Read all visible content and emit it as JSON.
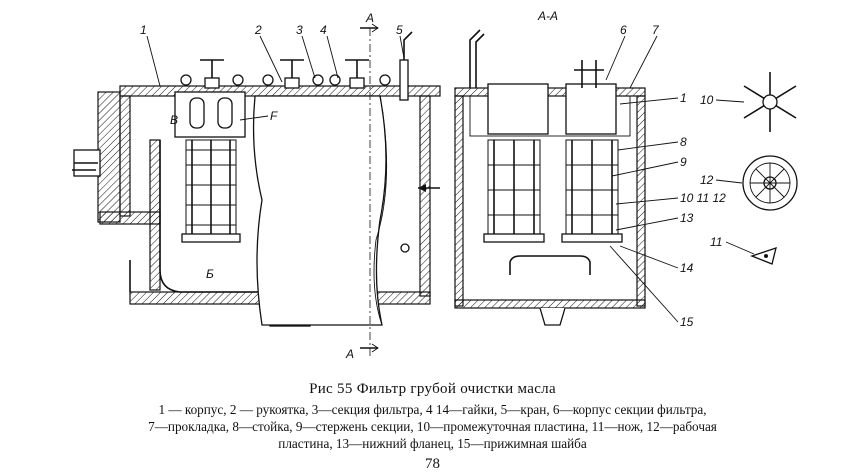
{
  "figure": {
    "labels": {
      "n1": "1",
      "n2": "2",
      "n3": "3",
      "n4": "4",
      "n5": "5",
      "n6": "6",
      "n7": "7",
      "n1b": "1",
      "n8": "8",
      "n9": "9",
      "n10_11_12": "10 11 12",
      "n13": "13",
      "n14": "14",
      "n15": "15",
      "n10": "10",
      "n12": "12",
      "n11": "11",
      "sec_top": "А",
      "sec_bottom": "А",
      "section_title": "А-А",
      "letter_v": "В",
      "letter_f": "F",
      "letter_b": "Б"
    }
  },
  "caption": {
    "title": "Рис 55  Фильтр грубой очистки масла",
    "legend_line1": "1 — корпус, 2 — рукоятка, 3—секция фильтра, 4  14—гайки, 5—кран, 6—корпус секции фильтра,",
    "legend_line2": "7—прокладка, 8—стойка, 9—стержень секции, 10—промежуточная пластина, 11—нож, 12—рабочая",
    "legend_line3": "пластина, 13—нижний фланец, 15—прижимная шайба"
  },
  "page_number": "78"
}
